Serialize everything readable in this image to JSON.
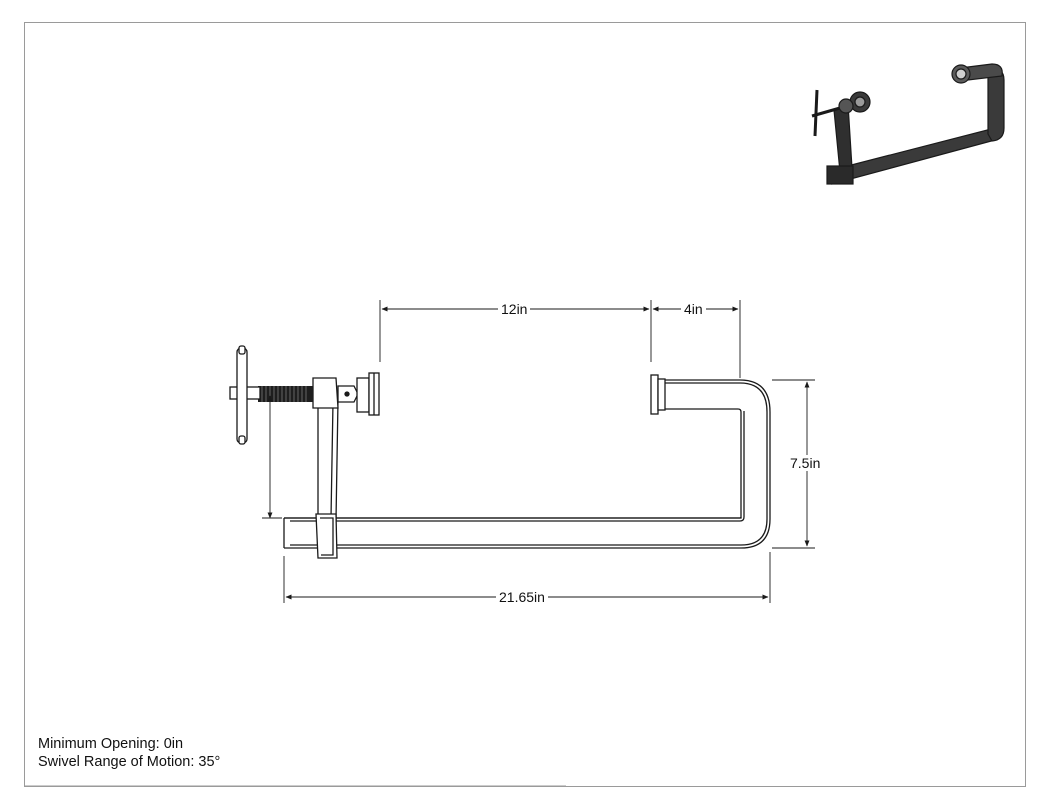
{
  "dimensions": {
    "screw_to_tip": "12in",
    "tip_to_outer": "4in",
    "height": "7.5in",
    "overall_length": "21.65in"
  },
  "notes": {
    "minimum_opening": "Minimum Opening: 0in",
    "swivel_range": "Swivel Range of Motion: 35°"
  },
  "colors": {
    "frame_border": "#9a9a9a",
    "line": "#1a1a1a",
    "dark_part": "#2b2b2b"
  }
}
